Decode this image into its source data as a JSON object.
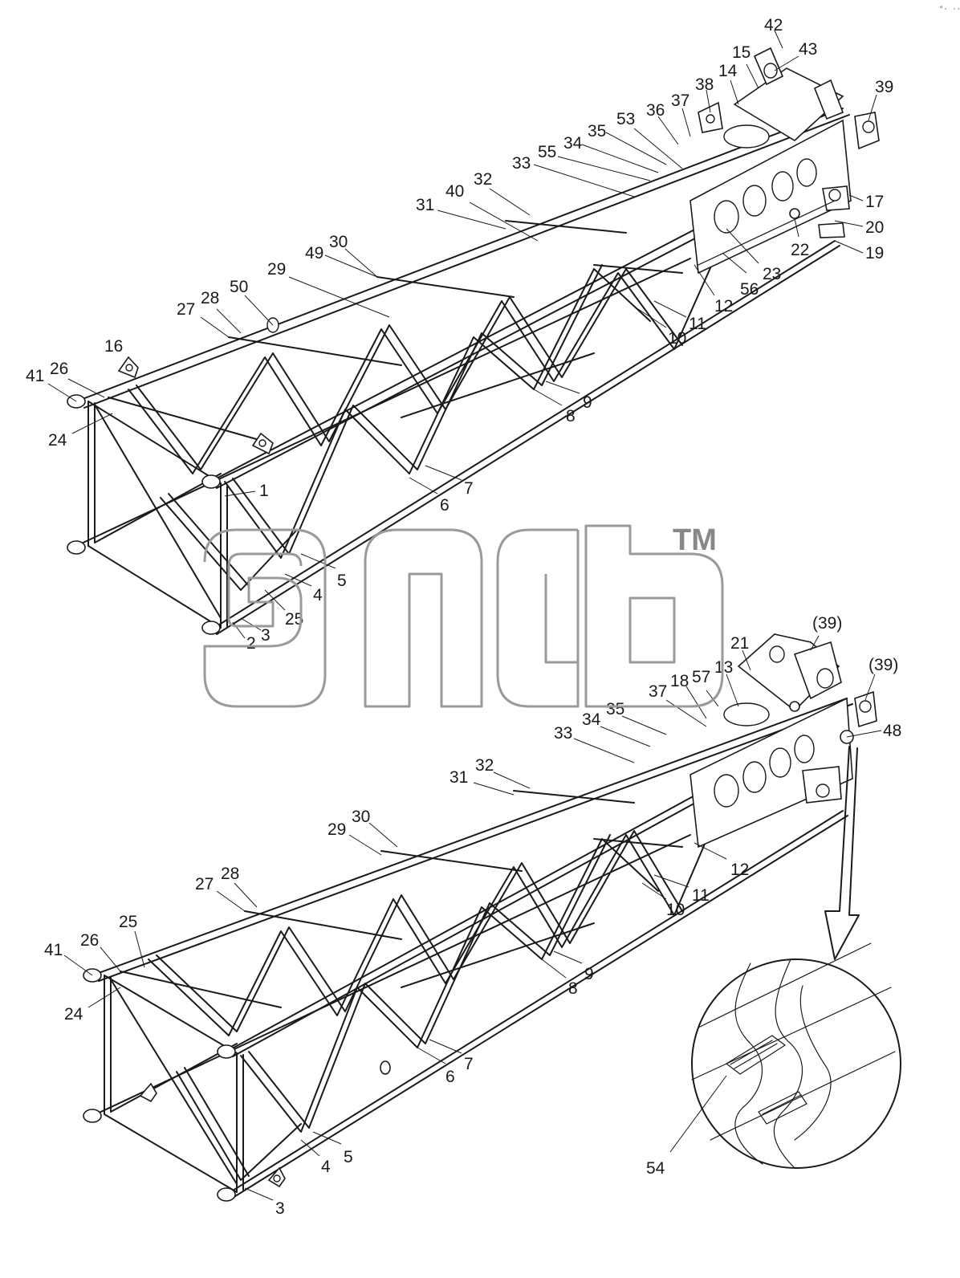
{
  "colors": {
    "line": "#1a1a1a",
    "watermark": "#9a9a9a",
    "background": "#ffffff"
  },
  "watermark": {
    "trademark": "TM"
  },
  "corner_mark": "°· ··",
  "top_labels": {
    "l1": "1",
    "l2": "2",
    "l3": "3",
    "l4": "4",
    "l5": "5",
    "l6": "6",
    "l7": "7",
    "l8": "8",
    "l9": "9",
    "l10": "10",
    "l11": "11",
    "l12": "12",
    "l14": "14",
    "l15": "15",
    "l16": "16",
    "l17": "17",
    "l19": "19",
    "l20": "20",
    "l22": "22",
    "l23": "23",
    "l24": "24",
    "l25": "25",
    "l26": "26",
    "l27": "27",
    "l28": "28",
    "l29": "29",
    "l30": "30",
    "l31": "31",
    "l32": "32",
    "l33": "33",
    "l34": "34",
    "l35": "35",
    "l36": "36",
    "l37": "37",
    "l38": "38",
    "l39": "39",
    "l40": "40",
    "l41": "41",
    "l42": "42",
    "l43": "43",
    "l49": "49",
    "l50": "50",
    "l53": "53",
    "l55": "55",
    "l56": "56"
  },
  "bottom_labels": {
    "l3": "3",
    "l4": "4",
    "l5": "5",
    "l6": "6",
    "l7": "7",
    "l8": "8",
    "l9": "9",
    "l10": "10",
    "l11": "11",
    "l12": "12",
    "l13": "13",
    "l18": "18",
    "l21": "21",
    "l24": "24",
    "l25": "25",
    "l26": "26",
    "l27": "27",
    "l28": "28",
    "l29": "29",
    "l30": "30",
    "l31": "31",
    "l32": "32",
    "l33": "33",
    "l34": "34",
    "l35": "35",
    "l37": "37",
    "l39a": "(39)",
    "l39b": "(39)",
    "l41": "41",
    "l48": "48",
    "l57": "57"
  },
  "detail_labels": {
    "l54": "54"
  }
}
